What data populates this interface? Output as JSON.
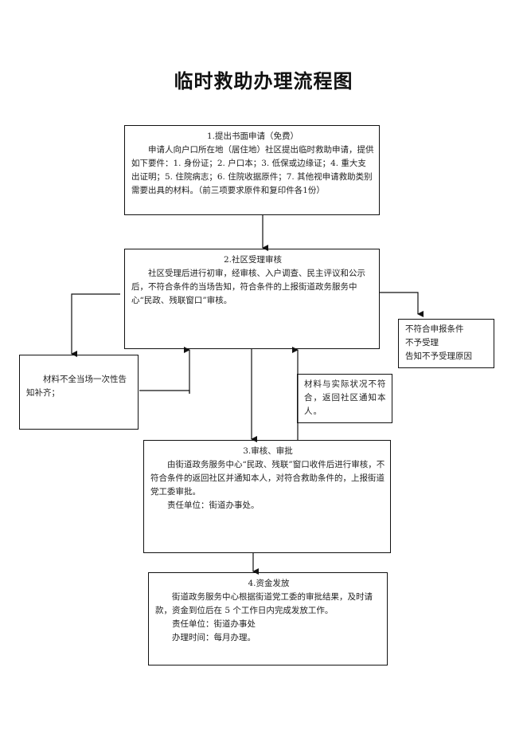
{
  "title": "临时救助办理流程图",
  "steps": [
    {
      "heading": "1.提出书面申请（免费）",
      "paragraphs": [
        "申请人向户口所在地（居住地）社区提出临时救助申请，提供如下要件：1. 身份证；2. 户口本；3. 低保或边缘证；4. 重大支出证明；5. 住院病志；6. 住院收据原件；7. 其他视申请救助类别需要出具的材料。（前三项要求原件和复印件各1份）"
      ]
    },
    {
      "heading": "2.社区受理审核",
      "paragraphs": [
        "社区受理后进行初审，经审核、入户调查、民主评议和公示后，不符合条件的当场告知，符合条件的上报街道政务服务中心“民政、残联窗口”审核。"
      ]
    },
    {
      "heading": "3.审核、审批",
      "paragraphs": [
        "由街道政务服务中心“民政、残联”窗口收件后进行审核，不符合条件的返回社区并通知本人，对符合救助条件的，上报街道党工委审批。",
        "责任单位：街道办事处。"
      ]
    },
    {
      "heading": "4.资金发放",
      "paragraphs": [
        "街道政务服务中心根据街道党工委的审批结果，及时请款，资金到位后在 5 个工作日内完成发放工作。",
        "责任单位：街道办事处",
        "办理时间：每月办理。"
      ]
    }
  ],
  "side_notes": {
    "incomplete": "材料不全当场一次性告知补齐；",
    "rejected": [
      "不符合申报条件",
      "不予受理",
      "告知不予受理原因"
    ],
    "mismatch": "材料与实际状况不符合，返回社区通知本人。"
  }
}
